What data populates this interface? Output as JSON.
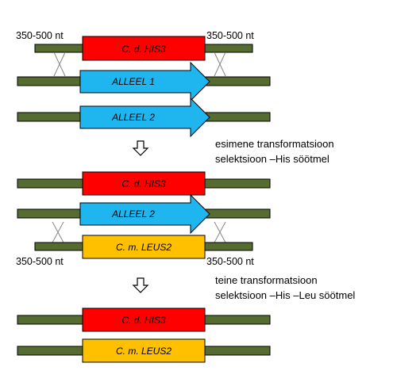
{
  "colors": {
    "flank": "#556b2f",
    "his3": "#ff0000",
    "allele": "#1fb6ef",
    "leus2": "#ffc000",
    "outline": "#000000"
  },
  "labels": {
    "flank_size_1_left": "350-500 nt",
    "flank_size_1_right": "350-500 nt",
    "flank_size_2_left": "350-500 nt",
    "flank_size_2_right": "350-500 nt"
  },
  "genes": {
    "cd_his3": "C. d. HIS3",
    "allele_1": "ALLEEL 1",
    "allele_2": "ALLEEL 2",
    "cm_leus2": "C. m. LEUS2"
  },
  "steps": {
    "step1_line1": "esimene transformatsioon",
    "step1_line2": "selektsioon –His söötmel",
    "step2_line1": "teine transformatsioon",
    "step2_line2": "selektsioon –His –Leu söötmel"
  },
  "icons": {
    "down_arrow": "down-arrow-icon",
    "crossover": "crossover-icon"
  }
}
